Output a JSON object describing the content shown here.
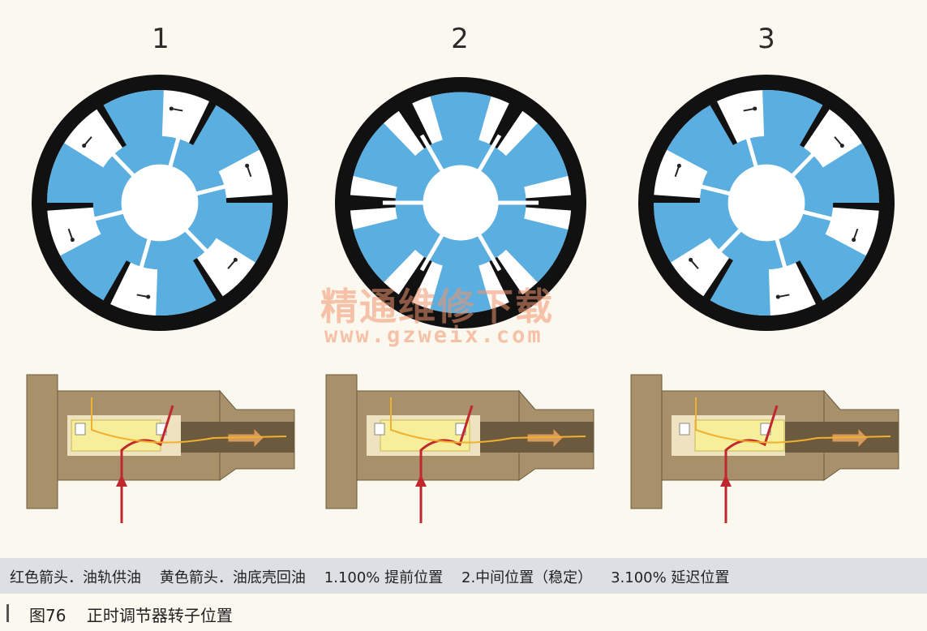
{
  "positions": [
    {
      "label": "1"
    },
    {
      "label": "2"
    },
    {
      "label": "3"
    }
  ],
  "watermark": {
    "line1": "精通维修下载",
    "line2": "www.gzweix.com"
  },
  "caption": {
    "text": "红色箭头．油轨供油    黄色箭头．油底壳回油    1.100% 提前位置    2.中间位置（稳定）    3.100% 延迟位置"
  },
  "figure": {
    "number": "图76",
    "title": "正时调节器转子位置"
  },
  "colors": {
    "rotor_blue": "#5aaee0",
    "housing_black": "#111111",
    "chamber_white": "#ffffff",
    "valve_body_brown": "#a8906a",
    "valve_dark": "#6b5a3e",
    "spool_yellow": "#f6ee9a",
    "supply_red": "#c0282d",
    "return_yellow": "#f0b030",
    "caption_bar": "#dcdfe4"
  }
}
